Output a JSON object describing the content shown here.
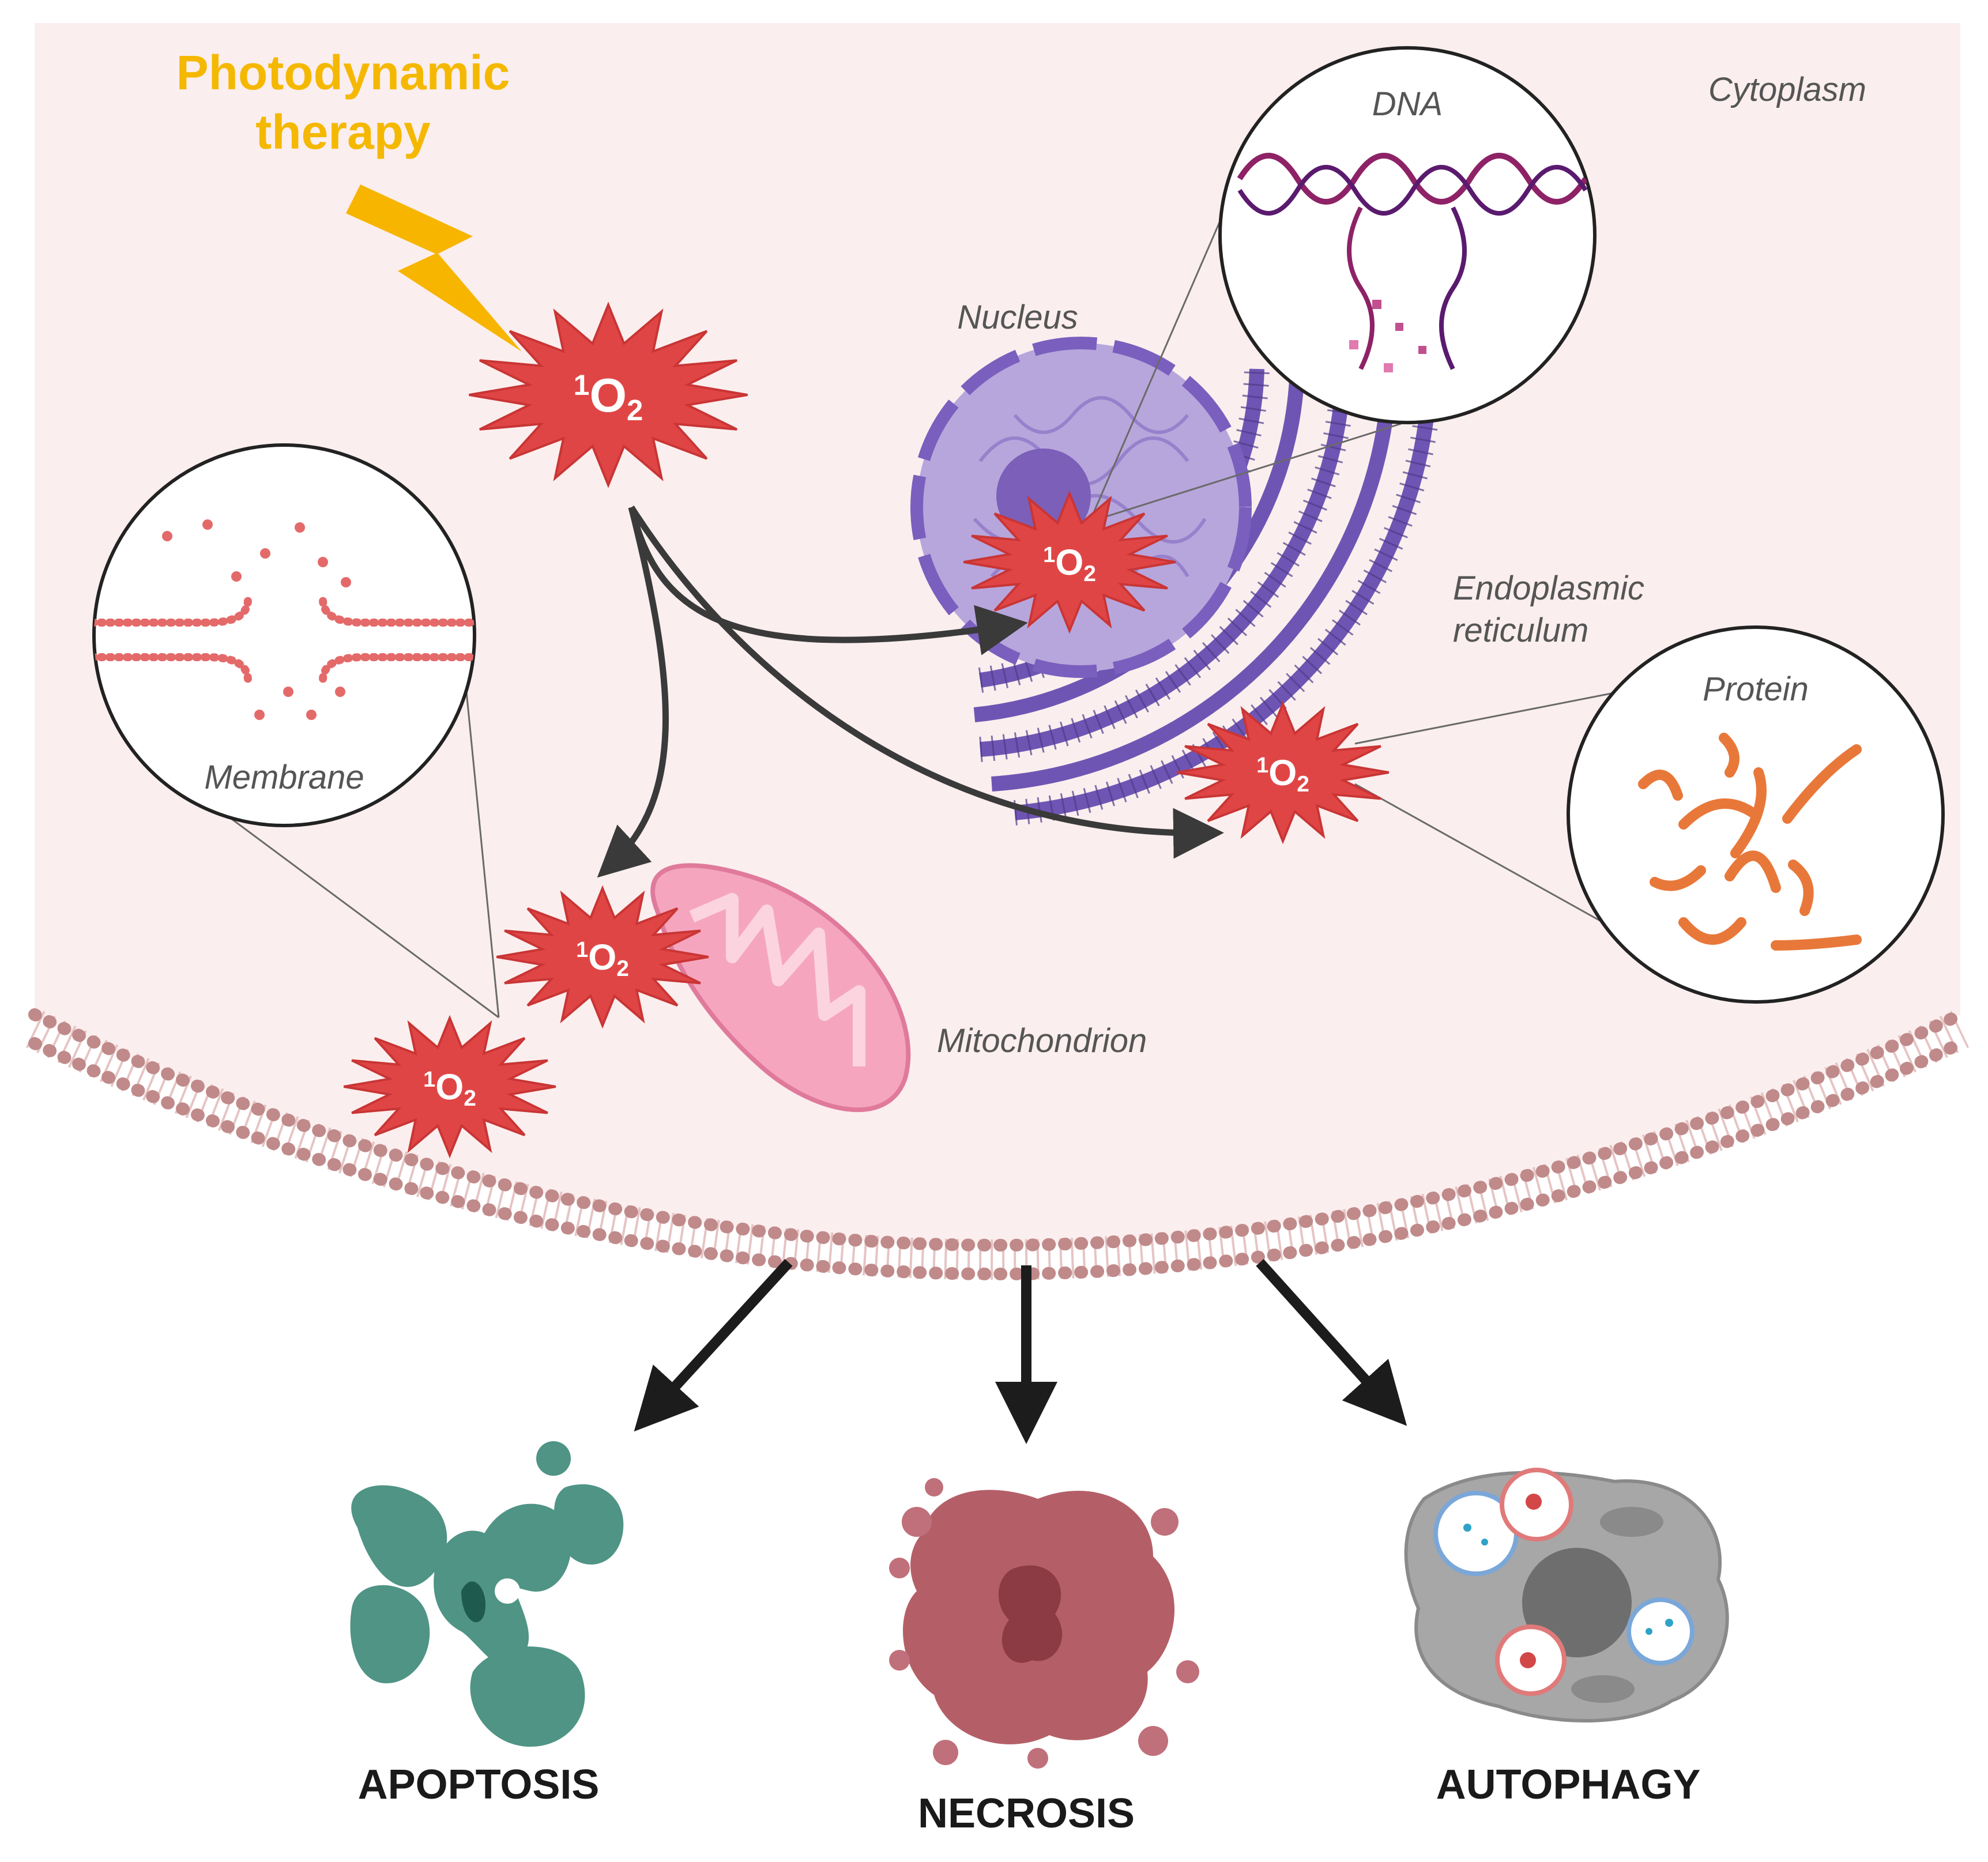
{
  "title": {
    "line1": "Photodynamic",
    "line2": "therapy"
  },
  "labels": {
    "cytoplasm": "Cytoplasm",
    "dna": "DNA",
    "nucleus": "Nucleus",
    "er_line1": "Endoplasmic",
    "er_line2": "reticulum",
    "protein": "Protein",
    "membrane": "Membrane",
    "mitochondrion": "Mitochondrion"
  },
  "singlet_oxygen": {
    "sup": "1",
    "base": "O",
    "sub": "2"
  },
  "outcomes": {
    "apoptosis": "APOPTOSIS",
    "necrosis": "NECROSIS",
    "autophagy": "AUTOPHAGY"
  },
  "colors": {
    "title": "#F5B800",
    "starburst": "#E04545",
    "cytoplasm": "#FBEEEE",
    "membrane": "#C08A8A",
    "nucleus": "#A38CD0",
    "er": "#6F55B3",
    "mitochondrion": "#F5A6BE",
    "dna": "#8E2266",
    "protein": "#E8783A",
    "apoptosis": "#4F9485",
    "necrosis": "#B45F67",
    "autophagy": "#9D9D9D"
  }
}
